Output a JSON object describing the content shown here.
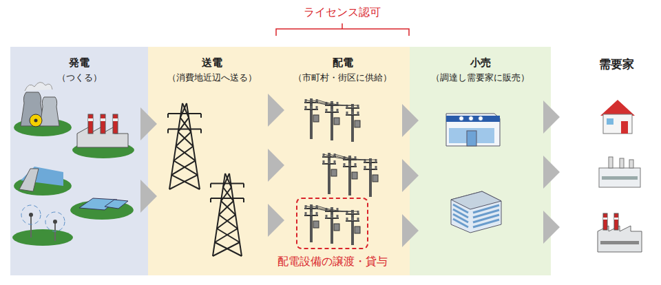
{
  "diagram": {
    "nodes": [
      {
        "text": [
          "発電",
          "（つくる）"
        ]
      },
      {
        "text": [
          "送電",
          "（消費地近辺へ送る）"
        ]
      },
      {
        "text": [
          "配電",
          "（市町村・街区に供給）"
        ]
      },
      {
        "text": [
          "小売",
          "（調達し需要家に販売）"
        ]
      },
      {
        "text": [
          "配電設備の譲渡・貸与"
        ],
        "in": 2
      }
    ],
    "edges": [
      {
        "from": 0,
        "to": 1,
        "arrow": "to"
      },
      {
        "from": 1,
        "to": 2,
        "arrow": "to"
      },
      {
        "from": 2,
        "to": 3,
        "arrow": "to"
      }
    ],
    "labels": [
      "ライセンス認可",
      "需要家"
    ]
  }
}
